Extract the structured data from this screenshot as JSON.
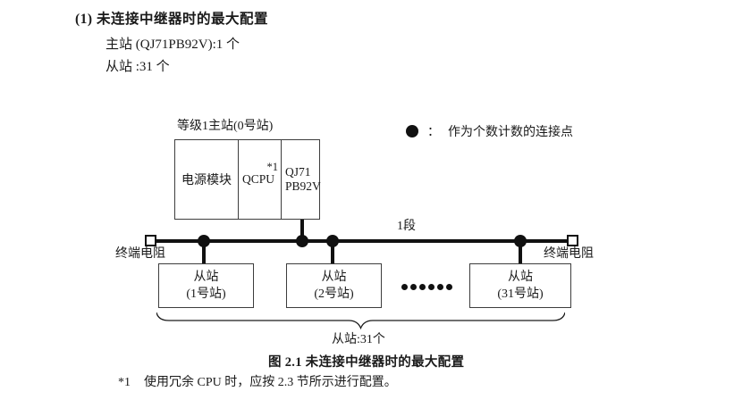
{
  "header": {
    "title": "(1) 未连接中继器时的最大配置",
    "master_count_line": "主站 (QJ71PB92V):1 个",
    "slave_count_line": "从站 :31 个"
  },
  "diagram": {
    "master": {
      "label": "等级1主站(0号站)",
      "power_module": "电源模块",
      "cpu": "QCPU",
      "cpu_note_ref": "*1",
      "pb_line1": "QJ71",
      "pb_line2": "PB92V"
    },
    "legend": {
      "separator": "：",
      "text": "作为个数计数的连接点"
    },
    "segment_label": "1段",
    "terminator_left": "终端电阻",
    "terminator_right": "终端电阻",
    "slaves": [
      {
        "line1": "从站",
        "line2": "(1号站)"
      },
      {
        "line1": "从站",
        "line2": "(2号站)"
      },
      {
        "line1": "从站",
        "line2": "(31号站)"
      }
    ],
    "brace_label": "从站:31个"
  },
  "caption": "图 2.1 未连接中继器时的最大配置",
  "footnote": {
    "marker": "*1",
    "text": "使用冗余 CPU 时，应按 2.3 节所示进行配置。"
  },
  "colors": {
    "ink": "#1a1a1a",
    "line": "#111111",
    "box_border": "#3d3d3d",
    "background": "#ffffff"
  }
}
